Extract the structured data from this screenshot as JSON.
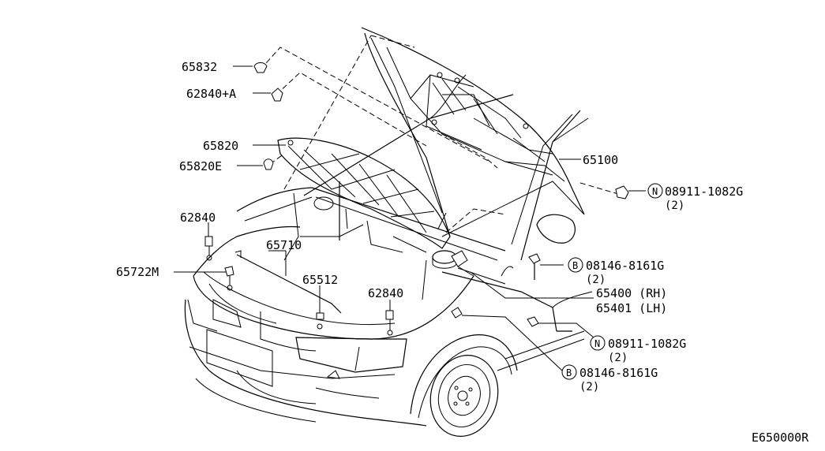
{
  "diagram": {
    "reference_code": "E650000R",
    "callouts": [
      {
        "id": "c65832",
        "part_no": "65832"
      },
      {
        "id": "c62840a",
        "part_no": "62840+A"
      },
      {
        "id": "c65820",
        "part_no": "65820"
      },
      {
        "id": "c65820e",
        "part_no": "65820E"
      },
      {
        "id": "c62840l",
        "part_no": "62840"
      },
      {
        "id": "c65722m",
        "part_no": "65722M"
      },
      {
        "id": "c65710",
        "part_no": "65710"
      },
      {
        "id": "c65512",
        "part_no": "65512"
      },
      {
        "id": "c62840m",
        "part_no": "62840"
      },
      {
        "id": "c65100",
        "part_no": "65100"
      },
      {
        "id": "c65400",
        "part_no": "65400 (RH)"
      },
      {
        "id": "c65401",
        "part_no": "65401 (LH)"
      }
    ],
    "fasteners": [
      {
        "id": "f1",
        "symbol": "N",
        "part_no": "08911-1082G",
        "qty": "(2)"
      },
      {
        "id": "f2",
        "symbol": "B",
        "part_no": "08146-8161G",
        "qty": "(2)"
      },
      {
        "id": "f3",
        "symbol": "N",
        "part_no": "08911-1082G",
        "qty": "(2)"
      },
      {
        "id": "f4",
        "symbol": "B",
        "part_no": "08146-8161G",
        "qty": "(2)"
      }
    ]
  }
}
